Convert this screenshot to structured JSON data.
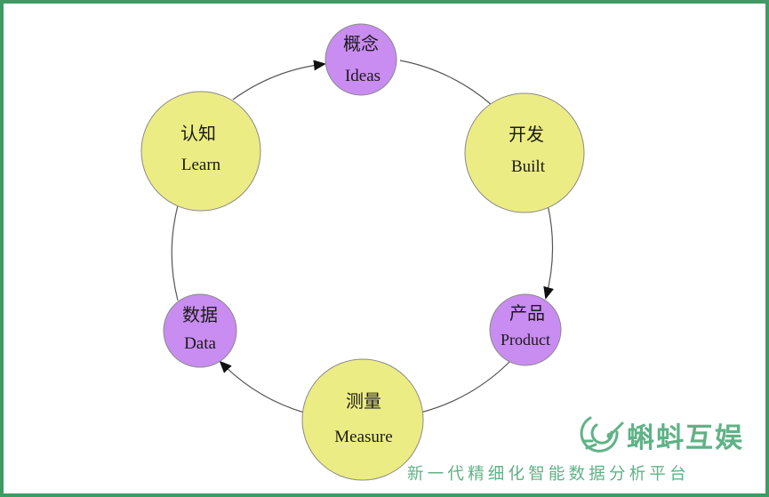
{
  "nodes": [
    {
      "id": "ideas",
      "zh": "概念",
      "en": "Ideas",
      "color": "#c98cf0"
    },
    {
      "id": "built",
      "zh": "开发",
      "en": "Built",
      "color": "#ecec84"
    },
    {
      "id": "product",
      "zh": "产品",
      "en": "Product",
      "color": "#c98cf0"
    },
    {
      "id": "measure",
      "zh": "测量",
      "en": "Measure",
      "color": "#ecec84"
    },
    {
      "id": "data",
      "zh": "数据",
      "en": "Data",
      "color": "#c98cf0"
    },
    {
      "id": "learn",
      "zh": "认知",
      "en": "Learn",
      "color": "#ecec84"
    }
  ],
  "colors": {
    "frame": "#3f9a63",
    "node_stroke": "#8a8a8a",
    "cycle_line": "#555555",
    "watermark": "#5fb286"
  },
  "watermark": {
    "brand": "蝌蚪互娱",
    "slogan": "新一代精细化智能数据分析平台",
    "icon": "tadpole-logo-icon"
  }
}
